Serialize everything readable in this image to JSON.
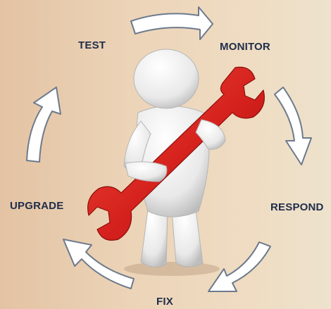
{
  "cycle": {
    "steps": [
      {
        "key": "test",
        "label": "TEST"
      },
      {
        "key": "monitor",
        "label": "MONITOR"
      },
      {
        "key": "respond",
        "label": "RESPOND"
      },
      {
        "key": "fix",
        "label": "FIX"
      },
      {
        "key": "upgrade",
        "label": "UPGRADE"
      }
    ]
  },
  "colors": {
    "label": "#1f2d4a",
    "arrow_fill": "#ffffff",
    "arrow_stroke": "#6d7a8c",
    "wrench": "#d4201c",
    "figure": "#f2f2f2"
  }
}
